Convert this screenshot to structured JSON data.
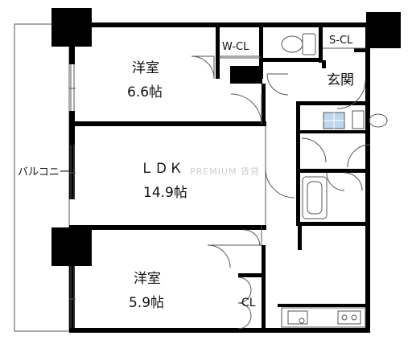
{
  "rooms": {
    "western_room_1": {
      "name": "洋室",
      "size": "6.6帖"
    },
    "ldk": {
      "name": "ＬＤＫ",
      "size": "14.9帖"
    },
    "western_room_2": {
      "name": "洋室",
      "size": "5.9帖"
    },
    "walk_in_closet": "W-CL",
    "shoe_closet": "S-CL",
    "entrance": "玄関",
    "closet": "CL",
    "balcony": "バルコニー"
  },
  "watermark": "PREMIUM 賃貸",
  "colors": {
    "wall": "#000000",
    "line": "#555555",
    "fixture": "#888888",
    "bath_tile": "#bcd7ee"
  }
}
